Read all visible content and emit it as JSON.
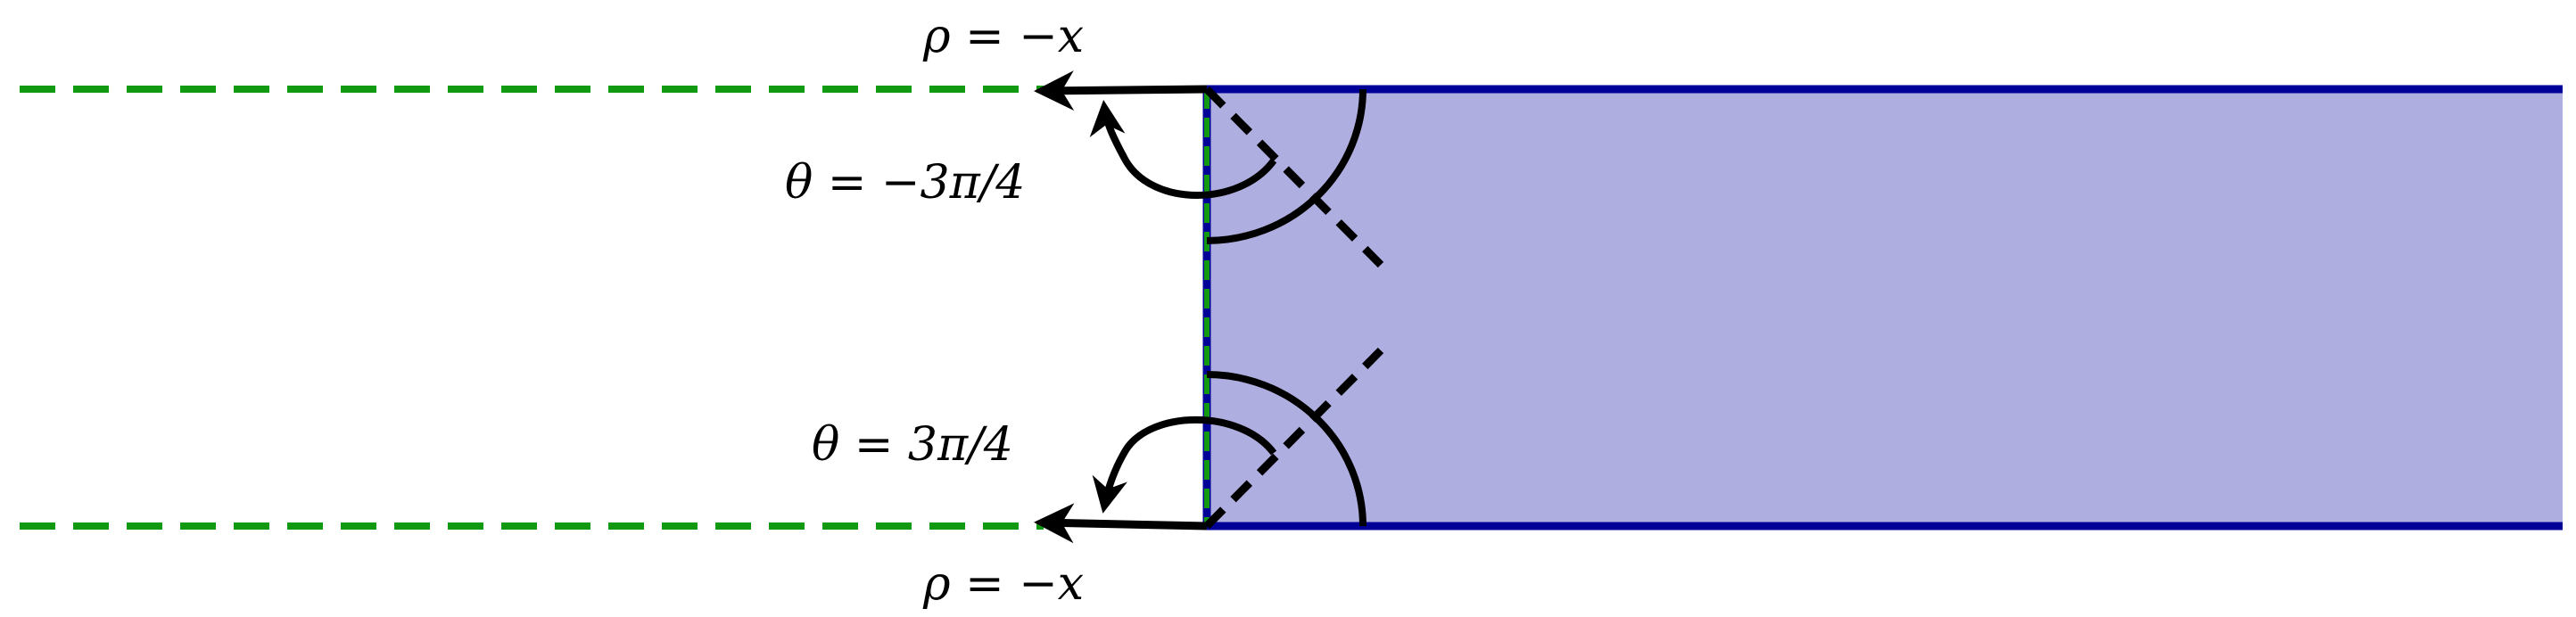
{
  "labels": {
    "rho_top": "ρ = −x",
    "theta_top": "θ = −3π/4",
    "theta_bottom": "θ = 3π/4",
    "rho_bottom": "ρ = −x"
  },
  "colors": {
    "fill": "#aeaee0",
    "boundary": "#000099",
    "dashed": "#119911",
    "ink": "#000000"
  }
}
